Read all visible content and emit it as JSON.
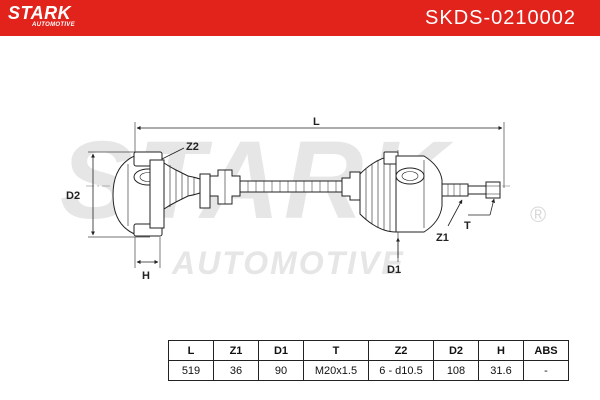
{
  "header": {
    "brand": "STARK",
    "brand_sub": "AUTOMOTIVE",
    "part_number": "SKDS-0210002"
  },
  "watermark": {
    "brand": "STARK",
    "sub": "AUTOMOTIVE",
    "registered": "®"
  },
  "dimension_labels": {
    "L": "L",
    "Z2": "Z2",
    "D2": "D2",
    "H": "H",
    "Z1": "Z1",
    "T": "T",
    "D1": "D1"
  },
  "spec_table": {
    "headers": [
      "L",
      "Z1",
      "D1",
      "T",
      "Z2",
      "D2",
      "H",
      "ABS"
    ],
    "values": [
      "519",
      "36",
      "90",
      "M20x1.5",
      "6 - d10.5",
      "108",
      "31.6",
      "-"
    ]
  }
}
